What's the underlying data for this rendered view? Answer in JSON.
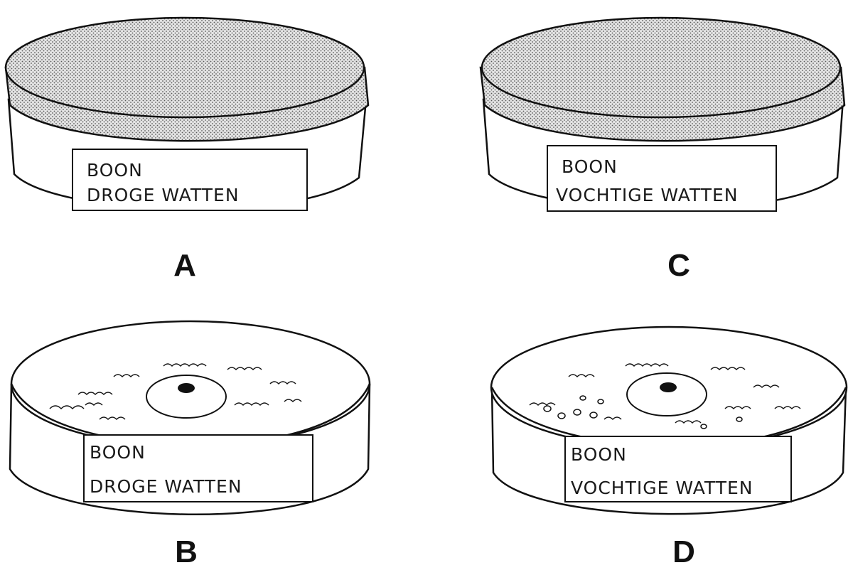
{
  "panels": [
    {
      "letter": "A",
      "label_line1": "BOON",
      "label_line2": "DROGE WATTEN",
      "lid": "closed"
    },
    {
      "letter": "B",
      "label_line1": "BOON",
      "label_line2": "DROGE WATTEN",
      "lid": "open"
    },
    {
      "letter": "C",
      "label_line1": "BOON",
      "label_line2": "VOCHTIGE WATTEN",
      "lid": "closed"
    },
    {
      "letter": "D",
      "label_line1": "BOON",
      "label_line2": "VOCHTIGE WATTEN",
      "lid": "open"
    }
  ],
  "colors": {
    "ink": "#111111",
    "paper": "#ffffff",
    "lid_stipple": "#cfcfcf"
  }
}
